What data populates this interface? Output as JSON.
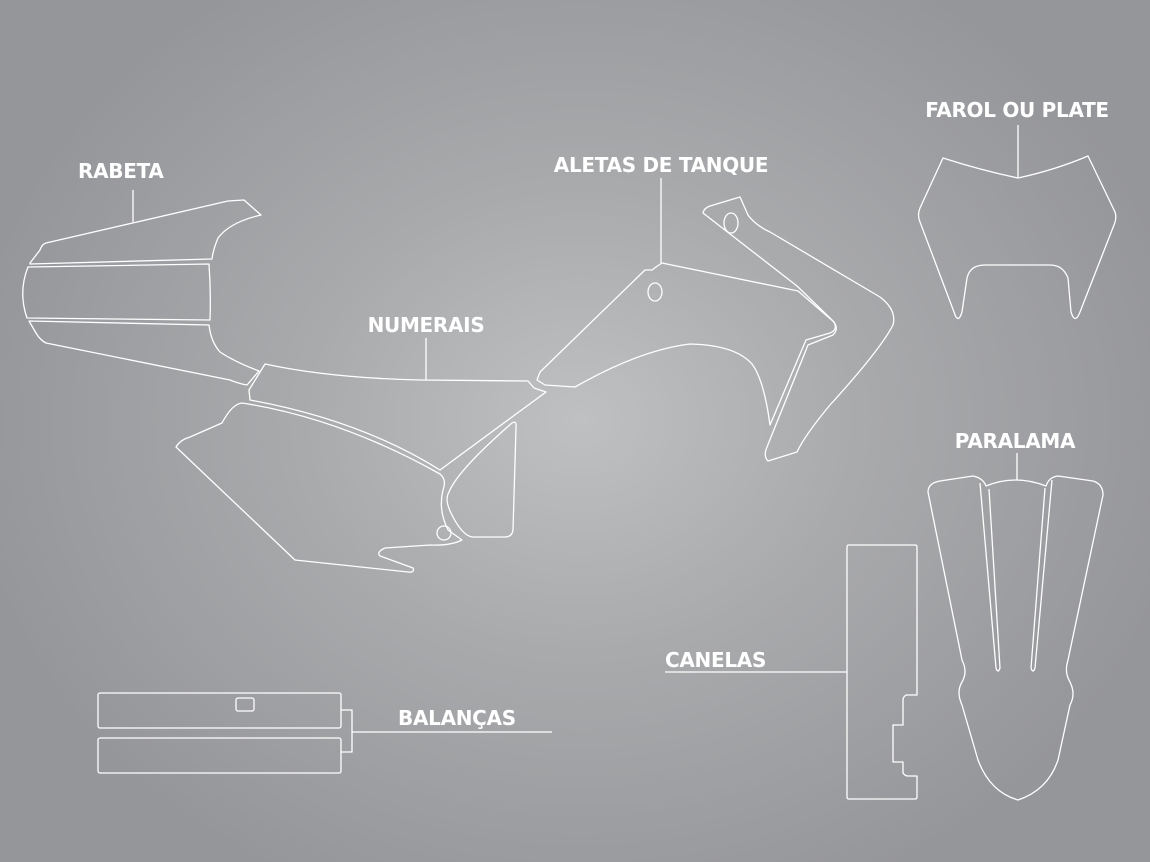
{
  "labels": {
    "rabeta": "RABETA",
    "aletas": "ALETAS DE TANQUE",
    "numerais": "NUMERAIS",
    "farol": "FAROL OU PLATE",
    "paralama": "PARALAMA",
    "canelas": "CANELAS",
    "balancas": "BALANÇAS"
  },
  "colors": {
    "stroke": "#ffffff",
    "background_center": "#bfc0c2",
    "background_edge": "#95969a"
  }
}
